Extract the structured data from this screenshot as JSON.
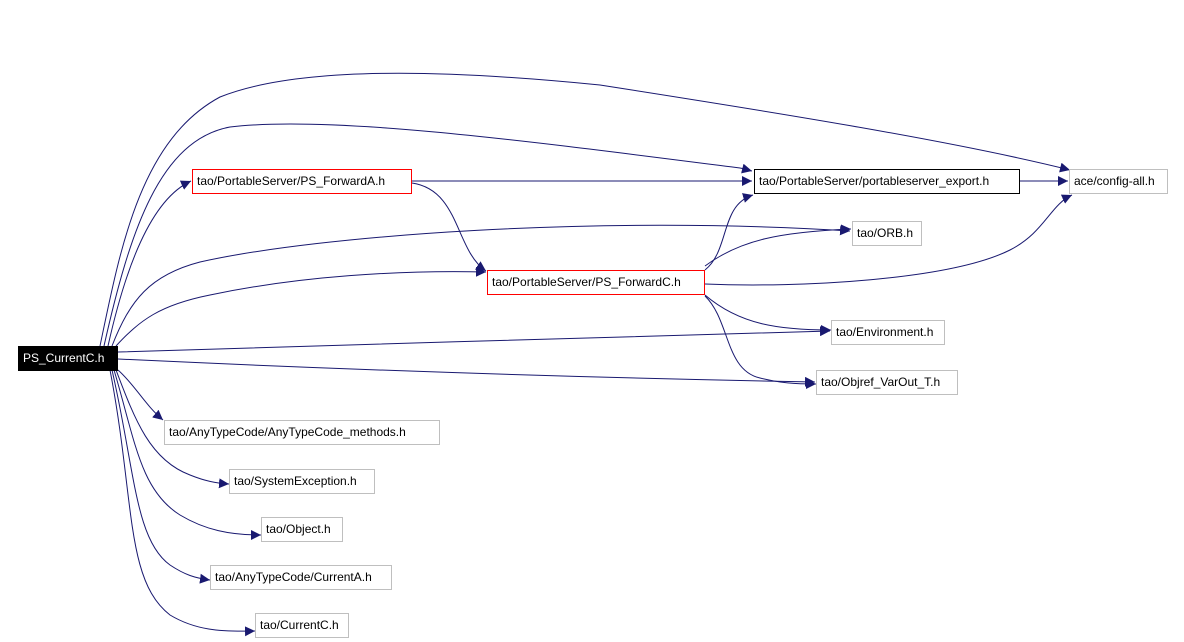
{
  "colors": {
    "edge": "#191970",
    "root_bg": "#000000",
    "red_border": "#ff0000",
    "gray_border": "#bfbfbf"
  },
  "nodes": {
    "ps_current_c": "PS_CurrentC.h",
    "ps_forward_a": "tao/PortableServer/PS_ForwardA.h",
    "portableserver_export": "tao/PortableServer/portableserver_export.h",
    "config_all": "ace/config-all.h",
    "orb": "tao/ORB.h",
    "ps_forward_c": "tao/PortableServer/PS_ForwardC.h",
    "environment": "tao/Environment.h",
    "objref_varout": "tao/Objref_VarOut_T.h",
    "anytypecode_methods": "tao/AnyTypeCode/AnyTypeCode_methods.h",
    "system_exception": "tao/SystemException.h",
    "object": "tao/Object.h",
    "current_a": "tao/AnyTypeCode/CurrentA.h",
    "current_c": "tao/CurrentC.h"
  }
}
